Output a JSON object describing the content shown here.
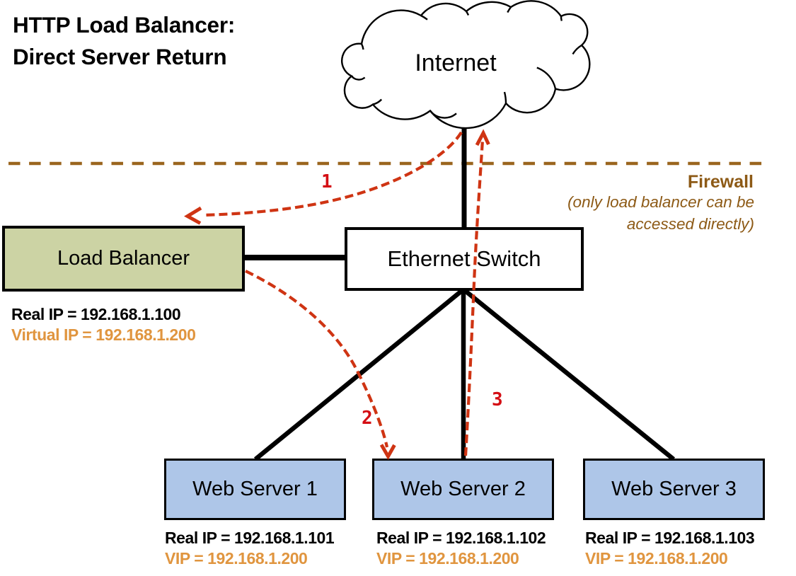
{
  "title": {
    "line1": "HTTP Load Balancer:",
    "line2": "Direct Server Return"
  },
  "internet_cloud": {
    "label": "Internet"
  },
  "firewall": {
    "label": "Firewall",
    "note_line1": "(only load balancer can be",
    "note_line2": "accessed directly)"
  },
  "load_balancer": {
    "label": "Load Balancer",
    "real_ip": "Real IP = 192.168.1.100",
    "virtual_ip": "Virtual IP = 192.168.1.200"
  },
  "ethernet_switch": {
    "label": "Ethernet Switch"
  },
  "web_servers": [
    {
      "label": "Web Server 1",
      "real_ip": "Real IP = 192.168.1.101",
      "vip": "VIP = 192.168.1.200"
    },
    {
      "label": "Web Server 2",
      "real_ip": "Real IP = 192.168.1.102",
      "vip": "VIP = 192.168.1.200"
    },
    {
      "label": "Web Server 3",
      "real_ip": "Real IP = 192.168.1.103",
      "vip": "VIP = 192.168.1.200"
    }
  ],
  "steps": {
    "one": "1",
    "two": "2",
    "three": "3"
  },
  "colors": {
    "load_balancer_fill": "#ccd3a4",
    "web_server_fill": "#aec6e8",
    "switch_fill": "#ffffff",
    "box_border": "#000000",
    "connector_black": "#000000",
    "firewall_line": "#9a651e",
    "firewall_text": "#8d5a16",
    "arrow_red": "#cf3413",
    "step_red": "#d40e14",
    "ip_black": "#000000",
    "ip_orange": "#e0953f"
  }
}
